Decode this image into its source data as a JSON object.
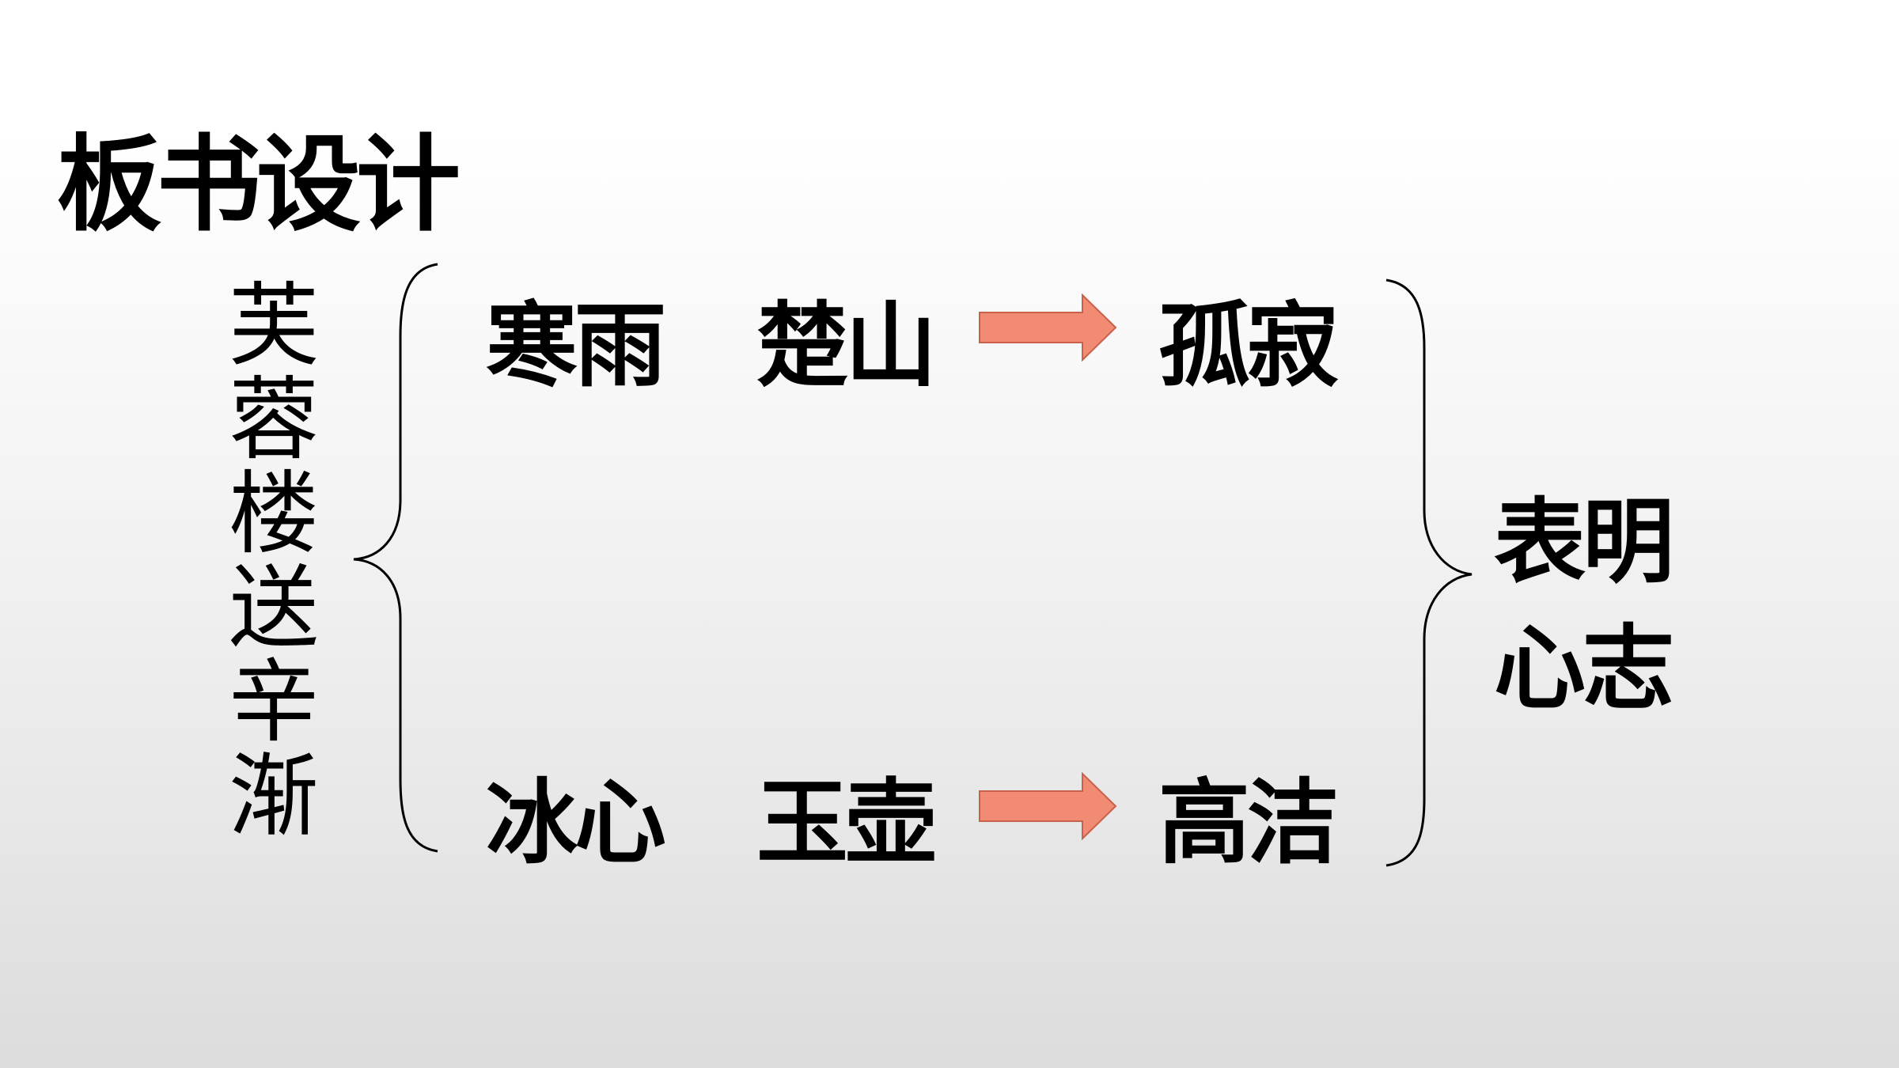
{
  "heading": "板书设计",
  "poem_title": "芙蓉楼送辛渐",
  "rows": [
    {
      "word1": "寒雨",
      "word2": "楚山",
      "result": "孤寂"
    },
    {
      "word1": "冰心",
      "word2": "玉壶",
      "result": "高洁"
    }
  ],
  "conclusion": "表明心志",
  "colors": {
    "arrow_fill": "#f28b74",
    "arrow_stroke": "#c8604a",
    "text": "#000000"
  }
}
